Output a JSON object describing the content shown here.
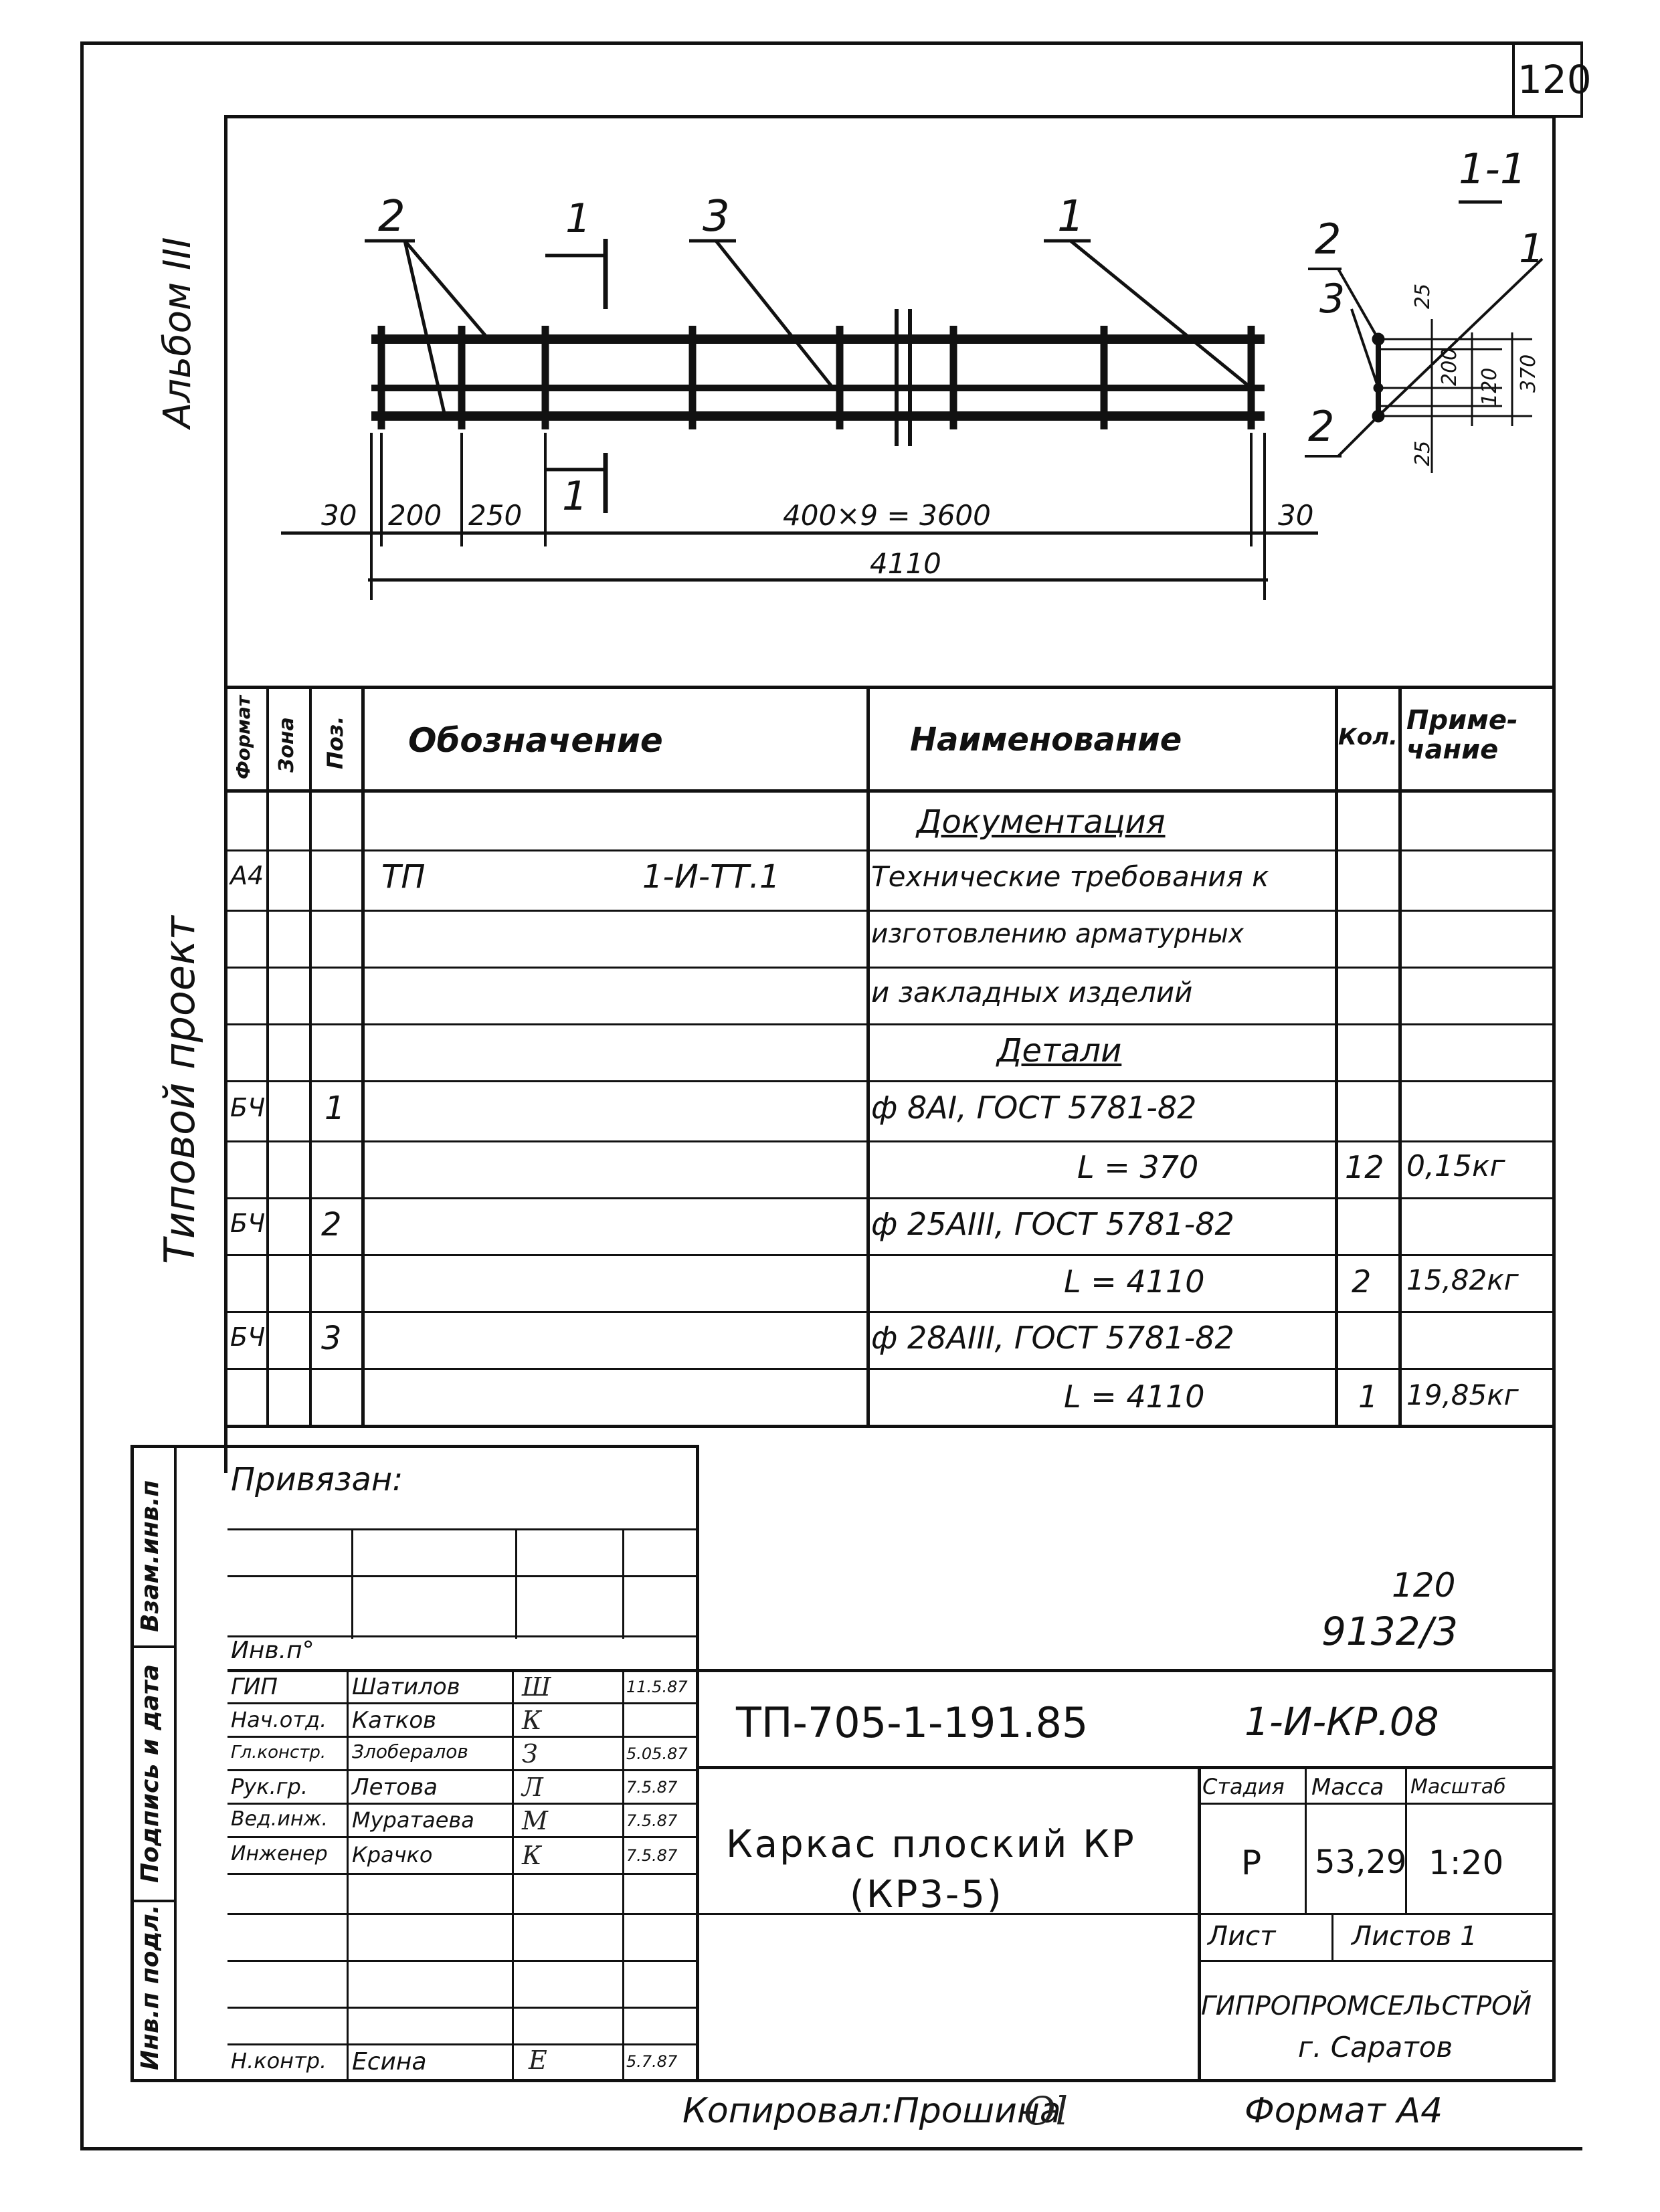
{
  "sheet_number": "120",
  "side_labels": {
    "album": "Альбом III",
    "typical_project": "Типовой проект",
    "stamp_inv_orig": "Инв.п подл.",
    "stamp_signature_date": "Подпись и дата",
    "stamp_replacement": "Взам.инв.п"
  },
  "drawing": {
    "section_title": "1-1",
    "callouts": {
      "pos2_left": "2",
      "pos3": "3",
      "pos1_right": "1",
      "section_mark_top": "1",
      "section_mark_bottom": "1",
      "sec_pos2_top": "2",
      "sec_pos3": "3",
      "sec_pos1": "1",
      "sec_pos2_bottom": "2"
    },
    "dimensions": {
      "d_30_left": "30",
      "d_200": "200",
      "d_250": "250",
      "d_span": "400×9 = 3600",
      "d_30_right": "30",
      "d_total": "4110",
      "s_25_top": "25",
      "s_200": "200",
      "s_120": "120",
      "s_370": "370",
      "s_25_bottom": "25"
    }
  },
  "spec_table": {
    "headers": {
      "format": "Формат",
      "zone": "Зона",
      "pos": "Поз.",
      "designation": "Обозначение",
      "name": "Наименование",
      "qty": "Кол.",
      "note": "Приме-чание"
    },
    "rows": [
      {
        "format": "",
        "pos": "",
        "des_a": "",
        "des_b": "",
        "name": "Документация",
        "qty": "",
        "note": ""
      },
      {
        "format": "А4",
        "pos": "",
        "des_a": "ТП",
        "des_b": "1-И-ТТ.1",
        "name": "Технические требования к",
        "qty": "",
        "note": ""
      },
      {
        "format": "",
        "pos": "",
        "des_a": "",
        "des_b": "",
        "name": "изготовлению арматурных",
        "qty": "",
        "note": ""
      },
      {
        "format": "",
        "pos": "",
        "des_a": "",
        "des_b": "",
        "name": "и закладных изделий",
        "qty": "",
        "note": ""
      },
      {
        "format": "",
        "pos": "",
        "des_a": "",
        "des_b": "",
        "name": "Детали",
        "qty": "",
        "note": ""
      },
      {
        "format": "БЧ",
        "pos": "1",
        "des_a": "",
        "des_b": "",
        "name": "ф 8АI, ГОСТ 5781-82",
        "qty": "",
        "note": ""
      },
      {
        "format": "",
        "pos": "",
        "des_a": "",
        "des_b": "",
        "name": "L = 370",
        "qty": "12",
        "note": "0,15кг"
      },
      {
        "format": "БЧ",
        "pos": "2",
        "des_a": "",
        "des_b": "",
        "name": "ф 25АIII, ГОСТ 5781-82",
        "qty": "",
        "note": ""
      },
      {
        "format": "",
        "pos": "",
        "des_a": "",
        "des_b": "",
        "name": "L = 4110",
        "qty": "2",
        "note": "15,82кг"
      },
      {
        "format": "БЧ",
        "pos": "3",
        "des_a": "",
        "des_b": "",
        "name": "ф 28АIII, ГОСТ 5781-82",
        "qty": "",
        "note": ""
      },
      {
        "format": "",
        "pos": "",
        "des_a": "",
        "des_b": "",
        "name": "L = 4110",
        "qty": "1",
        "note": "19,85кг"
      }
    ]
  },
  "title_block": {
    "binding_label": "Привязан:",
    "inv_label": "Инв.п°",
    "ref_top": "120",
    "ref_bottom": "9132/3",
    "project_code": "ТП-705-1-191.85",
    "doc_code": "1-И-КР.08",
    "title_line1": "Каркас плоский КР",
    "title_line2": "(КР3-5)",
    "stage_label": "Стадия",
    "mass_label": "Масса",
    "scale_label": "Масштаб",
    "stage_value": "Р",
    "mass_value": "53,29",
    "scale_value": "1:20",
    "sheet_label": "Лист",
    "sheets_label": "Листов 1",
    "organization": "ГИПРОПРОМСЕЛЬСТРОЙ",
    "city": "г. Саратов",
    "people": [
      {
        "role": "ГИП",
        "name": "Шатилов",
        "date": "11.5.87"
      },
      {
        "role": "Нач.отд.",
        "name": "Катков",
        "date": ""
      },
      {
        "role": "Гл.констр.",
        "name": "Злобералов",
        "date": "5.05.87"
      },
      {
        "role": "Рук.гр.",
        "name": "Летова",
        "date": "7.5.87"
      },
      {
        "role": "Вед.инж.",
        "name": "Муратаева",
        "date": "7.5.87"
      },
      {
        "role": "Инженер",
        "name": "Крачко",
        "date": "7.5.87"
      }
    ],
    "norm_control_role": "Н.контр.",
    "norm_control_name": "Есина",
    "norm_control_date": "5.7.87"
  },
  "footer": {
    "copied_by": "Копировал:Прошина",
    "format": "Формат А4"
  }
}
